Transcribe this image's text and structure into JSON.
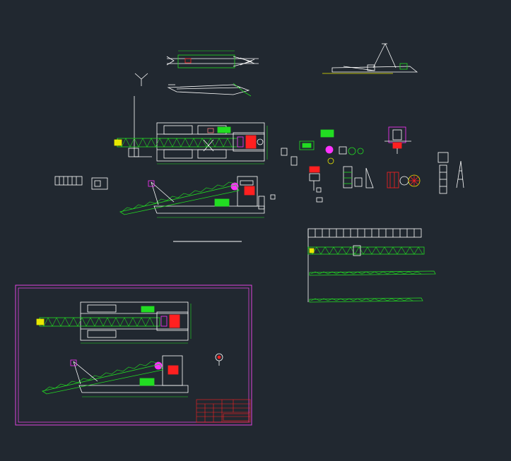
{
  "colors": {
    "background": "#212830",
    "line": "#ffffff",
    "green": "#22dd22",
    "red": "#ff2020",
    "magenta": "#ff33ff",
    "title_block": "#ff2020",
    "frame": "#dd44dd",
    "dim_green": "#33cc33"
  },
  "sheet": {
    "frame_label": "drawing-sheet",
    "title_block_cells": 18
  },
  "views": [
    {
      "id": "top-small",
      "kind": "hull-plan"
    },
    {
      "id": "side-small",
      "kind": "ladder-side"
    },
    {
      "id": "plan-main",
      "kind": "dredger-plan"
    },
    {
      "id": "elevation-main",
      "kind": "dredger-elevation"
    },
    {
      "id": "details",
      "kind": "detail-parts"
    },
    {
      "id": "ladder-layout",
      "kind": "ladder-layout"
    },
    {
      "id": "sheet-plan",
      "kind": "sheet-plan"
    },
    {
      "id": "sheet-elevation",
      "kind": "sheet-elevation"
    }
  ]
}
